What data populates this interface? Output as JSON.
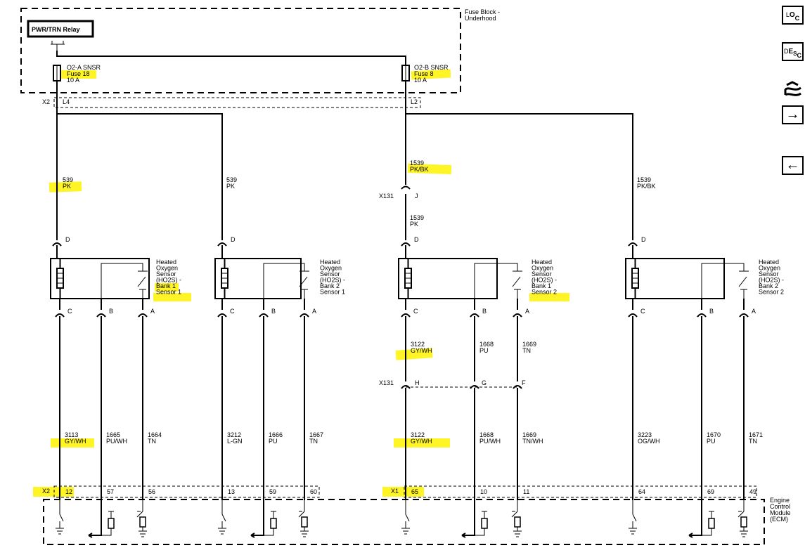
{
  "relay_label": "PWR/TRN Relay",
  "fuse_block_label": [
    "Fuse Block -",
    "Underhood"
  ],
  "fuses": [
    {
      "name": "O2-A SNSR",
      "fuse": "Fuse 18",
      "rating": "10 A"
    },
    {
      "name": "O2-B SNSR",
      "fuse": "Fuse 8",
      "rating": "10 A"
    }
  ],
  "fuse_connector": {
    "name": "X2",
    "pins": [
      "L4",
      "L2"
    ]
  },
  "inline_connector": {
    "name": "X131",
    "upper_pin": "J",
    "lower_pins": [
      "H",
      "G",
      "F"
    ]
  },
  "ecm_label": [
    "Engine",
    "Control",
    "Module",
    "(ECM)"
  ],
  "ecm_connectors": [
    "X2",
    "X1"
  ],
  "sensors": [
    {
      "label": [
        "Heated",
        "Oxygen",
        "Sensor",
        "(HO2S) -",
        "Bank 1",
        "Sensor 1"
      ],
      "feed": {
        "circuit": "539",
        "color": "PK",
        "pin": "D"
      },
      "pins": [
        {
          "pin": "C",
          "circuit": "3113",
          "color": "GY/WH",
          "ecm_pin": "12"
        },
        {
          "pin": "B",
          "circuit": "1665",
          "color": "PU/WH",
          "ecm_pin": "57"
        },
        {
          "pin": "A",
          "circuit": "1664",
          "color": "TN",
          "ecm_pin": "56"
        }
      ]
    },
    {
      "label": [
        "Heated",
        "Oxygen",
        "Sensor",
        "(HO2S) -",
        "Bank 2",
        "Sensor 1"
      ],
      "feed": {
        "circuit": "539",
        "color": "PK",
        "pin": "D"
      },
      "pins": [
        {
          "pin": "C",
          "circuit": "3212",
          "color": "L-GN",
          "ecm_pin": "13"
        },
        {
          "pin": "B",
          "circuit": "1666",
          "color": "PU",
          "ecm_pin": "59"
        },
        {
          "pin": "A",
          "circuit": "1667",
          "color": "TN",
          "ecm_pin": "60"
        }
      ]
    },
    {
      "label": [
        "Heated",
        "Oxygen",
        "Sensor",
        "(HO2S) -",
        "Bank 1",
        "Sensor 2"
      ],
      "feed": {
        "circuit": "1539",
        "color": "PK/BK",
        "pin": "D",
        "after_connector": {
          "circuit": "1539",
          "color": "PK"
        }
      },
      "pins": [
        {
          "pin": "C",
          "circuit": "3122",
          "color": "GY/WH",
          "ecm_pin": "65",
          "after_connector": {
            "circuit": "3122",
            "color": "GY/WH"
          }
        },
        {
          "pin": "B",
          "circuit": "1668",
          "color": "PU",
          "ecm_pin": "10",
          "after_connector": {
            "circuit": "1668",
            "color": "PU/WH"
          }
        },
        {
          "pin": "A",
          "circuit": "1669",
          "color": "TN",
          "ecm_pin": "11",
          "after_connector": {
            "circuit": "1669",
            "color": "TN/WH"
          }
        }
      ]
    },
    {
      "label": [
        "Heated",
        "Oxygen",
        "Sensor",
        "(HO2S) -",
        "Bank 2",
        "Sensor 2"
      ],
      "feed": {
        "circuit": "1539",
        "color": "PK/BK",
        "pin": "D"
      },
      "pins": [
        {
          "pin": "C",
          "circuit": "3223",
          "color": "OG/WH",
          "ecm_pin": "64"
        },
        {
          "pin": "B",
          "circuit": "1670",
          "color": "PU",
          "ecm_pin": "69"
        },
        {
          "pin": "A",
          "circuit": "1671",
          "color": "TN",
          "ecm_pin": "49"
        }
      ]
    }
  ],
  "nav_buttons": [
    {
      "name": "loc",
      "glyphs": [
        "L",
        "O",
        "C"
      ]
    },
    {
      "name": "desc",
      "glyphs": [
        "D",
        "E",
        "S",
        "C"
      ]
    },
    {
      "name": "connector-icon"
    },
    {
      "name": "next",
      "glyph": "→"
    },
    {
      "name": "prev",
      "glyph": "←"
    }
  ],
  "highlight_color": "#fff200"
}
